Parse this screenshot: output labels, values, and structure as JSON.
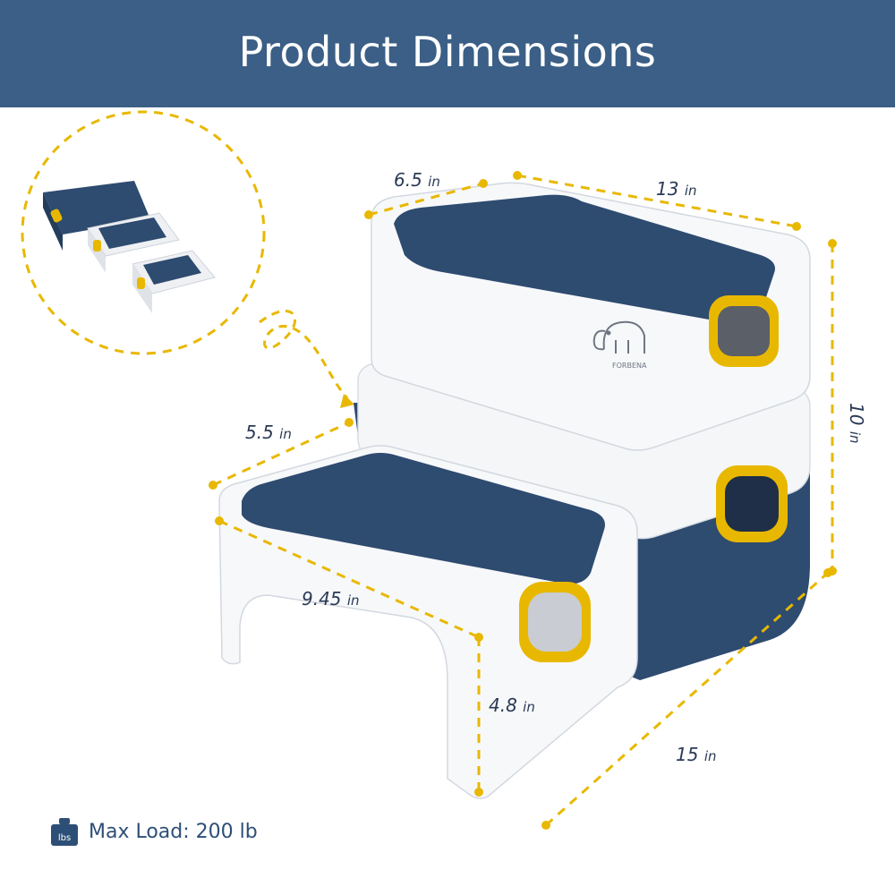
{
  "header": {
    "title": "Product Dimensions"
  },
  "colors": {
    "header_bg": "#3b5f86",
    "navy": "#2e4b70",
    "accent": "#e8b800",
    "white_plastic": "#f7f8fa"
  },
  "dimensions": {
    "top_width": {
      "value": "6.5",
      "unit": "in"
    },
    "top_length": {
      "value": "13",
      "unit": "in"
    },
    "total_height": {
      "value": "10",
      "unit": "in"
    },
    "step_width": {
      "value": "5.5",
      "unit": "in"
    },
    "step_length": {
      "value": "9.45",
      "unit": "in"
    },
    "step_height": {
      "value": "4.8",
      "unit": "in"
    },
    "base_length": {
      "value": "15",
      "unit": "in"
    }
  },
  "logo": {
    "brand": "FORBENA",
    "icon": "elephant-icon"
  },
  "max_load": {
    "icon_label": "lbs",
    "text": "Max Load: 200 lb"
  }
}
